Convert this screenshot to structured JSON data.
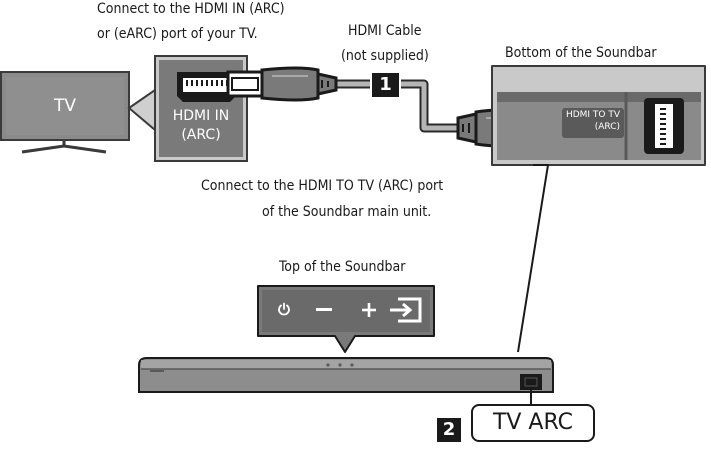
{
  "labels": {
    "tv_port_note_line1": "Connect to the HDMI IN (ARC)",
    "tv_port_note_line2": "or (eARC) port of your TV.",
    "cable_line1": "HDMI Cable",
    "cable_line2": "(not supplied)",
    "bottom_title": "Bottom of the Soundbar",
    "tv_label": "TV",
    "hdmi_in_line1": "HDMI IN",
    "hdmi_in_line2": "(ARC)",
    "soundbar_port_line1": "HDMI TO TV",
    "soundbar_port_line2": "(ARC)",
    "soundbar_note_line1": "Connect to the HDMI TO TV (ARC) port",
    "soundbar_note_line2": "of the Soundbar main unit.",
    "top_title": "Top of the Soundbar",
    "tv_arc": "TV ARC"
  },
  "steps": {
    "one": "1",
    "two": "2"
  },
  "buttons": {
    "power": "power-icon",
    "minus": "minus-icon",
    "plus": "plus-icon",
    "source": "source-input-icon"
  },
  "colors": {
    "panel_gray": "#c9c9c9",
    "dark_gray": "#6f6f6f",
    "soundbar_body": "#8d8d8d",
    "badge_black": "#1a1a1a"
  }
}
